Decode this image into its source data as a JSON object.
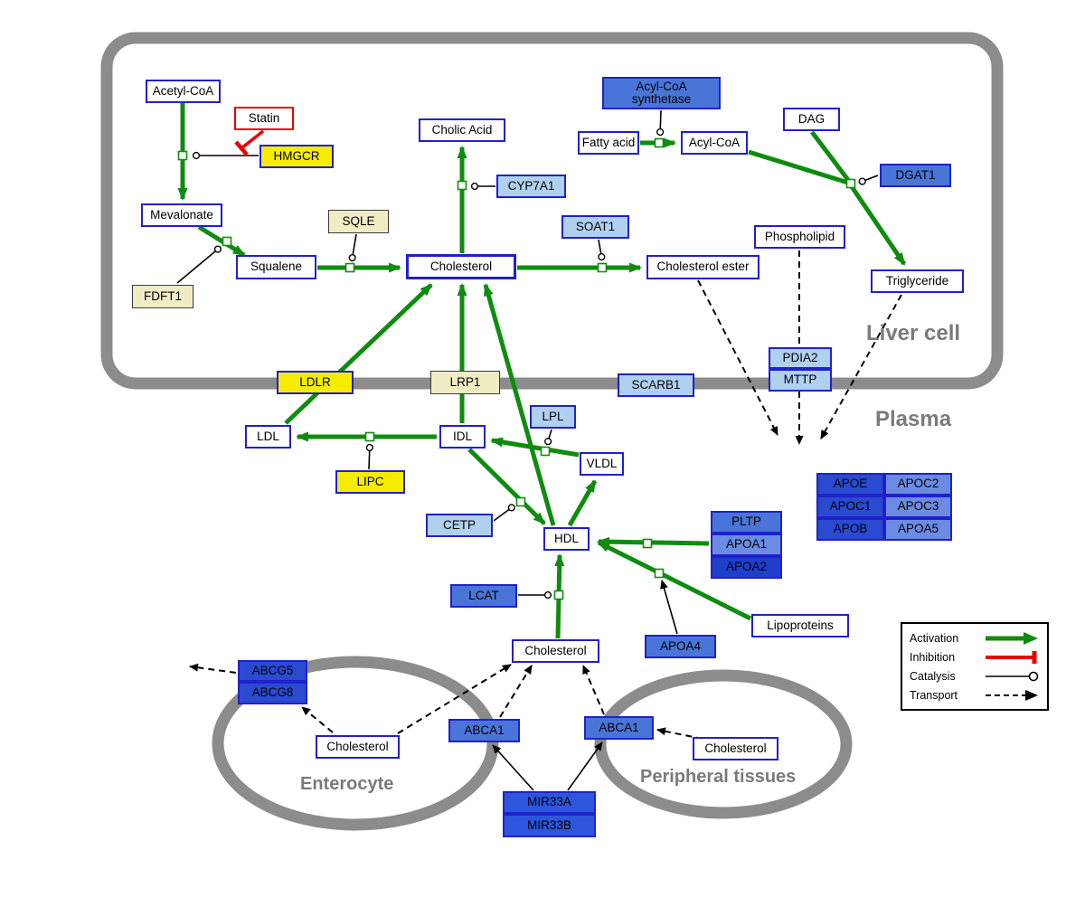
{
  "compartments": {
    "liver": "Liver cell",
    "plasma": "Plasma",
    "enterocyte": "Enterocyte",
    "peripheral": "Peripheral tissues"
  },
  "nodes": {
    "acetyl_coa": "Acetyl-CoA",
    "statin": "Statin",
    "hmgcr": "HMGCR",
    "mevalonate": "Mevalonate",
    "fdft1": "FDFT1",
    "squalene": "Squalene",
    "sqle": "SQLE",
    "cholesterol_liver": "Cholesterol",
    "cholic_acid": "Cholic Acid",
    "cyp7a1": "CYP7A1",
    "soat1": "SOAT1",
    "cholesterol_ester": "Cholesterol ester",
    "acyl_coa_synthetase": "Acyl-CoA synthetase",
    "fatty_acid": "Fatty acid",
    "acyl_coa": "Acyl-CoA",
    "dag": "DAG",
    "dgat1": "DGAT1",
    "phospholipid": "Phospholipid",
    "triglyceride": "Triglyceride",
    "pdia2": "PDIA2",
    "mttp": "MTTP",
    "ldlr": "LDLR",
    "lrp1": "LRP1",
    "scarb1": "SCARB1",
    "ldl": "LDL",
    "idl": "IDL",
    "lpl": "LPL",
    "vldl": "VLDL",
    "lipc": "LIPC",
    "cetp": "CETP",
    "hdl": "HDL",
    "lcat": "LCAT",
    "pltp": "PLTP",
    "apoa1": "APOA1",
    "apoa2": "APOA2",
    "apoa4": "APOA4",
    "lipoproteins": "Lipoproteins",
    "apoe": "APOE",
    "apoc2": "APOC2",
    "apoc1": "APOC1",
    "apoc3": "APOC3",
    "apob": "APOB",
    "apoa5": "APOA5",
    "cholesterol_plasma": "Cholesterol",
    "abcg5": "ABCG5",
    "abcg8": "ABCG8",
    "cholesterol_enterocyte": "Cholesterol",
    "abca1_enterocyte": "ABCA1",
    "abca1_peripheral": "ABCA1",
    "cholesterol_peripheral": "Cholesterol",
    "mir33a": "MIR33A",
    "mir33b": "MIR33B"
  },
  "legend": {
    "activation": "Activation",
    "inhibition": "Inhibition",
    "catalysis": "Catalysis",
    "transport": "Transport"
  },
  "colors": {
    "activation": "#0f8c0f",
    "inhibition": "#ee0000",
    "membrane": "#8c8c8c",
    "node_border": "#2020cc",
    "yellow_node": "#f5ec00",
    "light_blue_node": "#b0d0f0",
    "medium_blue_node": "#4a75d8",
    "dark_blue_node": "#2a4ad0"
  }
}
